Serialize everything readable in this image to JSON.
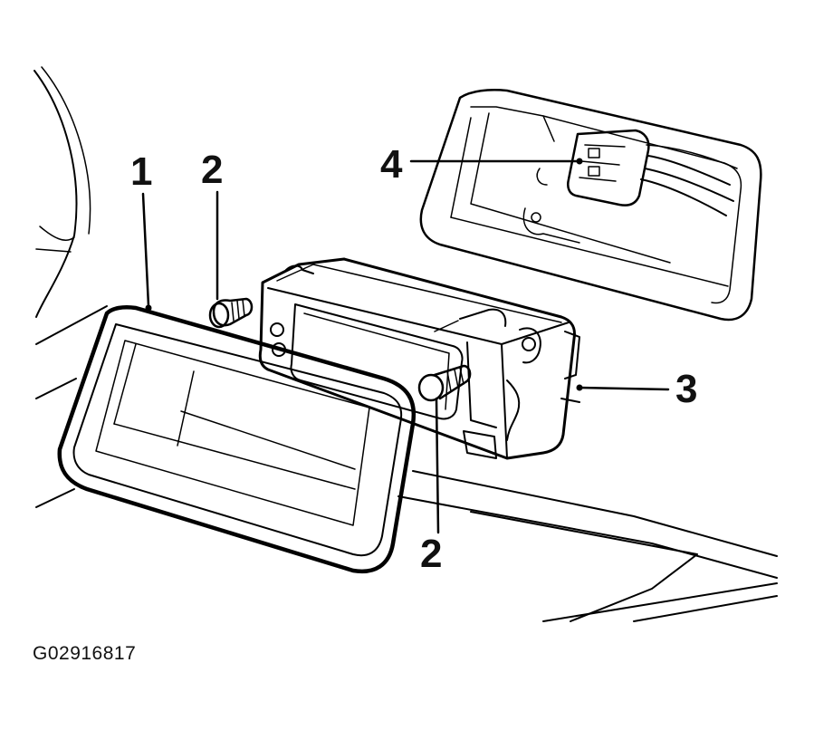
{
  "callouts": {
    "c1": "1",
    "c2a": "2",
    "c2b": "2",
    "c3": "3",
    "c4": "4"
  },
  "figure_id": "G02916817",
  "colors": {
    "ink": "#000000",
    "background": "#ffffff"
  }
}
